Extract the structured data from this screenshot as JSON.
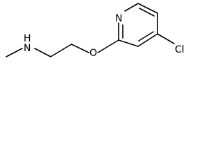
{
  "molecule": {
    "atoms": {
      "nitrogen_amine": "N",
      "amine_hydrogen": "H",
      "oxygen": "O",
      "nitrogen_ring": "N",
      "chlorine": "Cl"
    }
  }
}
